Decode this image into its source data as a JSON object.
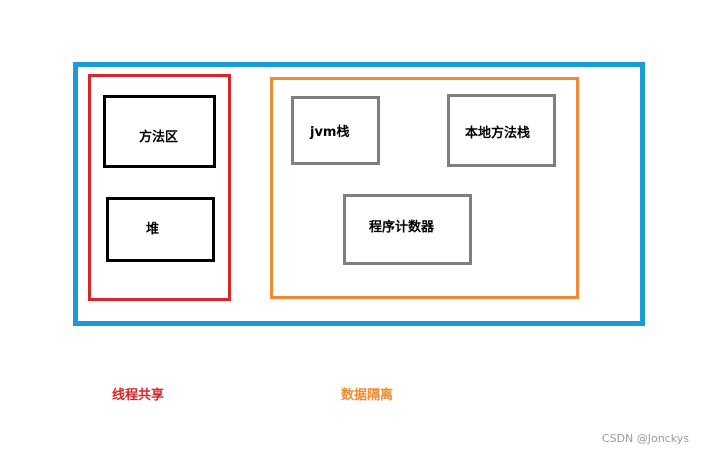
{
  "shared_region": {
    "boxes": {
      "method_area": "方法区",
      "heap": "堆"
    },
    "caption": "线程共享",
    "color": "#d7262a"
  },
  "isolated_region": {
    "boxes": {
      "jvm_stack": "jvm栈",
      "native_method_stack": "本地方法栈",
      "program_counter": "程序计数器"
    },
    "caption": "数据隔离",
    "color": "#f08a33"
  },
  "outer_border_color": "#1a9ad6",
  "watermark": "CSDN @Jonckys"
}
